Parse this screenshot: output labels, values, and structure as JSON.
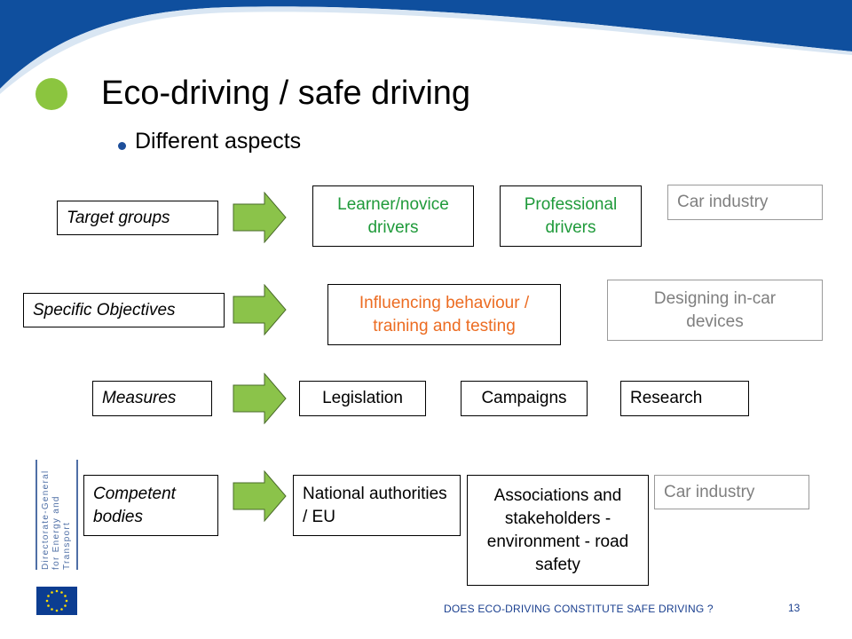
{
  "title": "Eco-driving / safe driving",
  "subtitle": "Different aspects",
  "rows": {
    "target": {
      "label": "Target groups",
      "items": [
        "Learner/novice drivers",
        "Professional drivers",
        "Car industry"
      ]
    },
    "objectives": {
      "label": "Specific Objectives",
      "items": [
        "Influencing behaviour / training and testing",
        "Designing in-car devices"
      ]
    },
    "measures": {
      "label": "Measures",
      "items": [
        "Legislation",
        "Campaigns",
        "Research"
      ]
    },
    "bodies": {
      "label": "Competent bodies",
      "items": [
        "National authorities / EU",
        "Associations and stakeholders - environment - road safety",
        "Car industry"
      ]
    }
  },
  "sidebar_text": "Directorate-General for Energy and Transport",
  "footer": "DOES ECO-DRIVING  CONSTITUTE  SAFE DRIVING ?",
  "page_number": "13",
  "colors": {
    "header_blue": "#0f4f9e",
    "bullet_green": "#8bc53f",
    "arrow_green": "#8bc34a",
    "accent_green": "#1f9a3a",
    "accent_orange": "#ec6c22",
    "muted_gray": "#7f7f7f",
    "footer_blue": "#1a3f8f"
  }
}
